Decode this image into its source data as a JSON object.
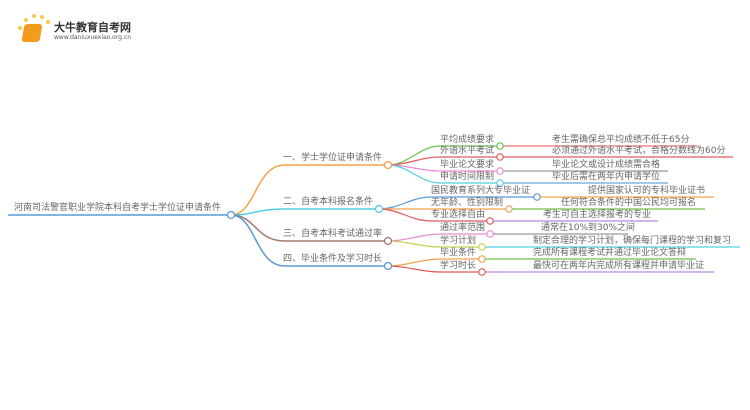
{
  "logo": {
    "title": "大牛教育自考网",
    "url": "www.daniuxuexiao.org.cn"
  },
  "root": "河南司法警官职业学院本科自考学士学位证申请条件",
  "branches": [
    {
      "label": "一、学士学位证申请条件",
      "color": "#f5a04a",
      "leaves": [
        {
          "label": "平均成绩要求",
          "value": "考生需确保总平均成绩不低于65分",
          "color": "#6cc04a",
          "vcolor": "#f07070"
        },
        {
          "label": "外语水平考试",
          "value": "必须通过外语水平考试，合格分数线为60分",
          "color": "#e05a5a",
          "vcolor": "#e05a5a"
        },
        {
          "label": "毕业论文要求",
          "value": "毕业论文或设计成绩需合格",
          "color": "#e98ad8",
          "vcolor": "#999999"
        },
        {
          "label": "申请时间限制",
          "value": "毕业后需在两年内申请学位",
          "color": "#4fd0e0",
          "vcolor": "#6aa6d8"
        }
      ]
    },
    {
      "label": "二、自考本科报名条件",
      "color": "#4fd0e0",
      "leaves": [
        {
          "label": "国民教育系列大专毕业证",
          "value": "提供国家认可的专科毕业证书",
          "color": "#5a9ad6",
          "vcolor": "#f5a04a"
        },
        {
          "label": "无年龄、性别限制",
          "value": "任何符合条件的中国公民均可报名",
          "color": "#f5a04a",
          "vcolor": "#6cc04a"
        },
        {
          "label": "专业选择自由",
          "value": "考生可自主选择报考的专业",
          "color": "#e05a5a",
          "vcolor": "#b48ae0"
        }
      ]
    },
    {
      "label": "三、自考本科考试通过率",
      "color": "#a0786a",
      "leaves": [
        {
          "label": "通过率范围",
          "value": "通常在10%到30%之间",
          "color": "#e98ad8",
          "vcolor": "#999999"
        },
        {
          "label": "学习计划",
          "value": "制定合理的学习计划，确保每门课程的学习和复习",
          "color": "#c8d050",
          "vcolor": "#4fd0e0"
        }
      ]
    },
    {
      "label": "四、毕业条件及学习时长",
      "color": "#5a9ad6",
      "leaves": [
        {
          "label": "毕业条件",
          "value": "完成所有课程考试并通过毕业论文答辩",
          "color": "#f5a04a",
          "vcolor": "#6cc04a"
        },
        {
          "label": "学习时长",
          "value": "最快可在两年内完成所有课程并申请毕业证",
          "color": "#e05a5a",
          "vcolor": "#b48ae0"
        }
      ]
    }
  ]
}
